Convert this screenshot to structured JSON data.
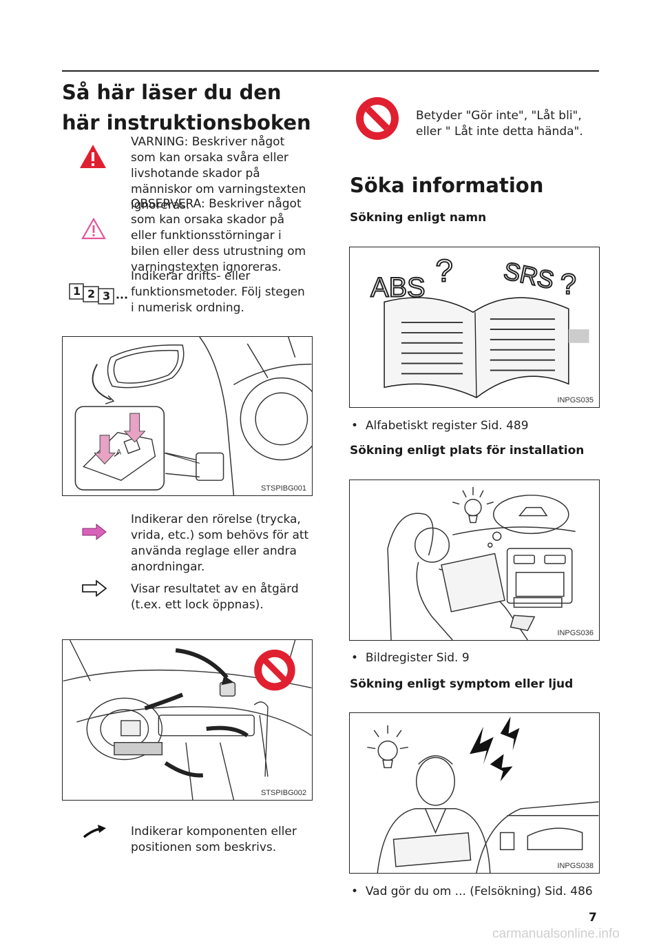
{
  "page_title": "Så här läser du den här instruktionsboken",
  "legend": {
    "warning": "VARNING: Beskriver något som kan orsaka svåra eller livshotande skador på människor om varningstexten ignoreras.",
    "notice": "OBSERVERA: Beskriver något som kan orsaka skador på eller funktionsstörningar i bilen eller dess utrustning om varningstexten ignoreras.",
    "steps": "Indikerar drifts- eller funktionsmetoder. Följ stegen i numerisk ordning.",
    "steps_icon_numbers": [
      "1",
      "2",
      "3"
    ],
    "action_arrow": "Indikerar den rörelse (trycka, vrida, etc.) som behövs för att använda reglage eller andra anordningar.",
    "result_arrow": "Visar resultatet av en åtgärd (t.ex. ett lock öppnas).",
    "pointer_arrow": "Indikerar komponenten eller positionen som beskrivs.",
    "prohibited": "Betyder \"Gör inte\", \"Låt bli\", eller \" Låt inte detta hända\"."
  },
  "figures": {
    "fig1": "STSPIBG001",
    "fig2": "STSPIBG002",
    "fig3": "INPGS035",
    "fig4": "INPGS036",
    "fig5": "INPGS038",
    "fig3_text": {
      "abs": "ABS",
      "srs": "SRS",
      "q": "?"
    }
  },
  "search": {
    "title": "Söka information",
    "by_name": "Sökning enligt namn",
    "by_name_bullet": "Alfabetiskt register Sid. 489",
    "by_location": "Sökning enligt plats för installation",
    "by_location_bullet": "Bildregister Sid. 9",
    "by_symptom": "Sökning enligt symptom eller ljud",
    "by_symptom_bullet": "Vad gör du om ... (Felsökning) Sid. 486"
  },
  "page_number": "7",
  "watermark": "carmanualsonline.info",
  "colors": {
    "warning_red": "#e02030",
    "accent_pink": "#e2559a",
    "text": "#1a1a1a"
  }
}
